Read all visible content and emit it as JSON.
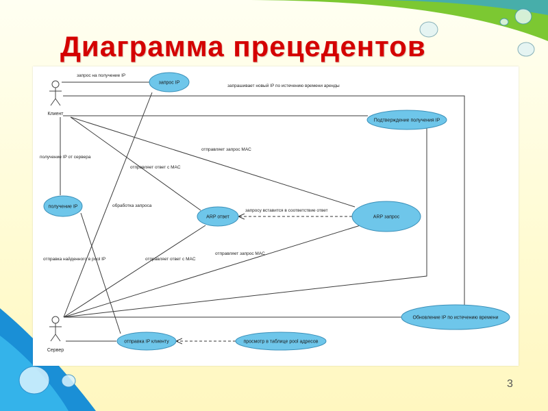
{
  "slide": {
    "title": "Диаграмма прецедентов",
    "page_number": "3",
    "colors": {
      "title": "#d40000",
      "use_case_fill": "#6ec6ea",
      "use_case_stroke": "#3a8fb8"
    }
  },
  "diagram": {
    "actors": {
      "client": "Клиент",
      "server": "Сервер"
    },
    "use_cases": {
      "ip_request": "запрос IP",
      "receipt_confirmation": "Подтверждение получения IP",
      "ip_receipt": "получение IP",
      "arp_response": "ARP ответ",
      "arp_request": "ARP запрос",
      "ip_renewal": "Обновление IP по истечению времени",
      "send_ip_to_client": "отправка IP клиенту",
      "pool_table_lookup": "просмотр в таблице pool адресов"
    },
    "labels": {
      "ip_request_line": "запрос на получение IP",
      "renew_line": "запрашивает новый IP по истечению времени аренды",
      "receive_from_server": "получение IP от сервера",
      "sends_mac_request": "отправляет запрос MAC",
      "sends_mac_response": "отправляет ответ с MAC",
      "request_processing": "обработка запроса",
      "inserted_request": "запросу вставится в соответствие ответ",
      "send_found_ip": "отправка найденного в pool IP",
      "server_sends_mac_response": "отправляет ответ с MAC",
      "server_sends_mac_request": "отправляет запрос MAC"
    }
  }
}
